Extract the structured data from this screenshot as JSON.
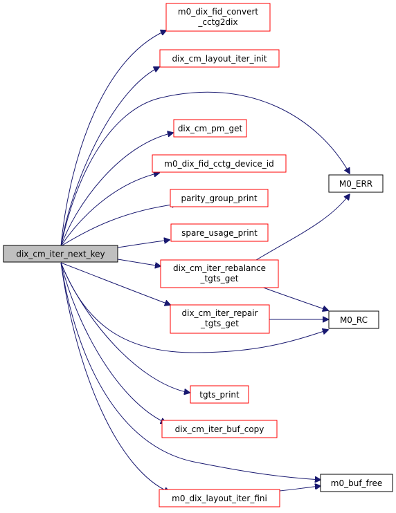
{
  "colors": {
    "edge": "#191970",
    "root_fill": "#bfbfbf",
    "callee_border": "#ff0000",
    "leaf_border": "#000000",
    "node_fill": "#ffffff"
  },
  "root": {
    "label": "dix_cm_iter_next_key"
  },
  "callees": {
    "fid_convert": [
      "m0_dix_fid_convert",
      "_cctg2dix"
    ],
    "layout_iter_init": [
      "dix_cm_layout_iter_init"
    ],
    "pm_get": [
      "dix_cm_pm_get"
    ],
    "fid_cctg_device_id": [
      "m0_dix_fid_cctg_device_id"
    ],
    "parity_group_print": [
      "parity_group_print"
    ],
    "spare_usage_print": [
      "spare_usage_print"
    ],
    "iter_rebalance": [
      "dix_cm_iter_rebalance",
      "_tgts_get"
    ],
    "iter_repair": [
      "dix_cm_iter_repair",
      "_tgts_get"
    ],
    "tgts_print": [
      "tgts_print"
    ],
    "iter_buf_copy": [
      "dix_cm_iter_buf_copy"
    ],
    "layout_iter_fini": [
      "m0_dix_layout_iter_fini"
    ]
  },
  "leaves": {
    "m0_err": [
      "M0_ERR"
    ],
    "m0_rc": [
      "M0_RC"
    ],
    "m0_buf_free": [
      "m0_buf_free"
    ]
  }
}
